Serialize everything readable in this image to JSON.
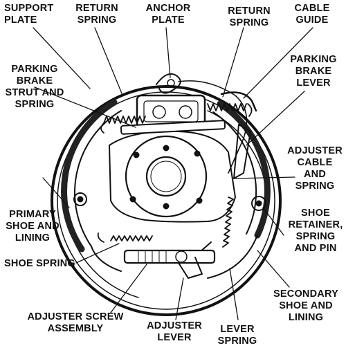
{
  "labels": {
    "support_plate": "SUPPORT\nPLATE",
    "return_spring_left": "RETURN\nSPRING",
    "anchor_plate": "ANCHOR\nPLATE",
    "return_spring_right": "RETURN\nSPRING",
    "cable_guide": "CABLE\nGUIDE",
    "parking_brake_strut": "PARKING\nBRAKE\nSTRUT AND\nSPRING",
    "parking_brake_lever": "PARKING\nBRAKE\nLEVER",
    "adjuster_cable": "ADJUSTER\nCABLE\nAND\nSPRING",
    "primary_shoe": "PRIMARY\nSHOE AND\nLINING",
    "shoe_retainer": "SHOE\nRETAINER,\nSPRING\nAND PIN",
    "shoe_spring": "SHOE SPRING",
    "secondary_shoe": "SECONDARY\nSHOE AND\nLINING",
    "adjuster_screw": "ADJUSTER SCREW\nASSEMBLY",
    "adjuster_lever": "ADJUSTER\nLEVER",
    "lever_spring": "LEVER\nSPRING"
  }
}
